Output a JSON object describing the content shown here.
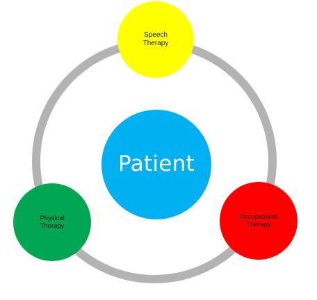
{
  "diagram": {
    "center": {
      "label": "Patient",
      "color": "#00b0f0"
    },
    "ring": {
      "color": "#b3b3b3"
    },
    "nodes": [
      {
        "label": "Speech\nTherapy",
        "color": "#ffff00"
      },
      {
        "label": "Physical\nTherapy",
        "color": "#00a651"
      },
      {
        "label": "Occupational\nTherapy",
        "color": "#ff0000"
      }
    ]
  }
}
